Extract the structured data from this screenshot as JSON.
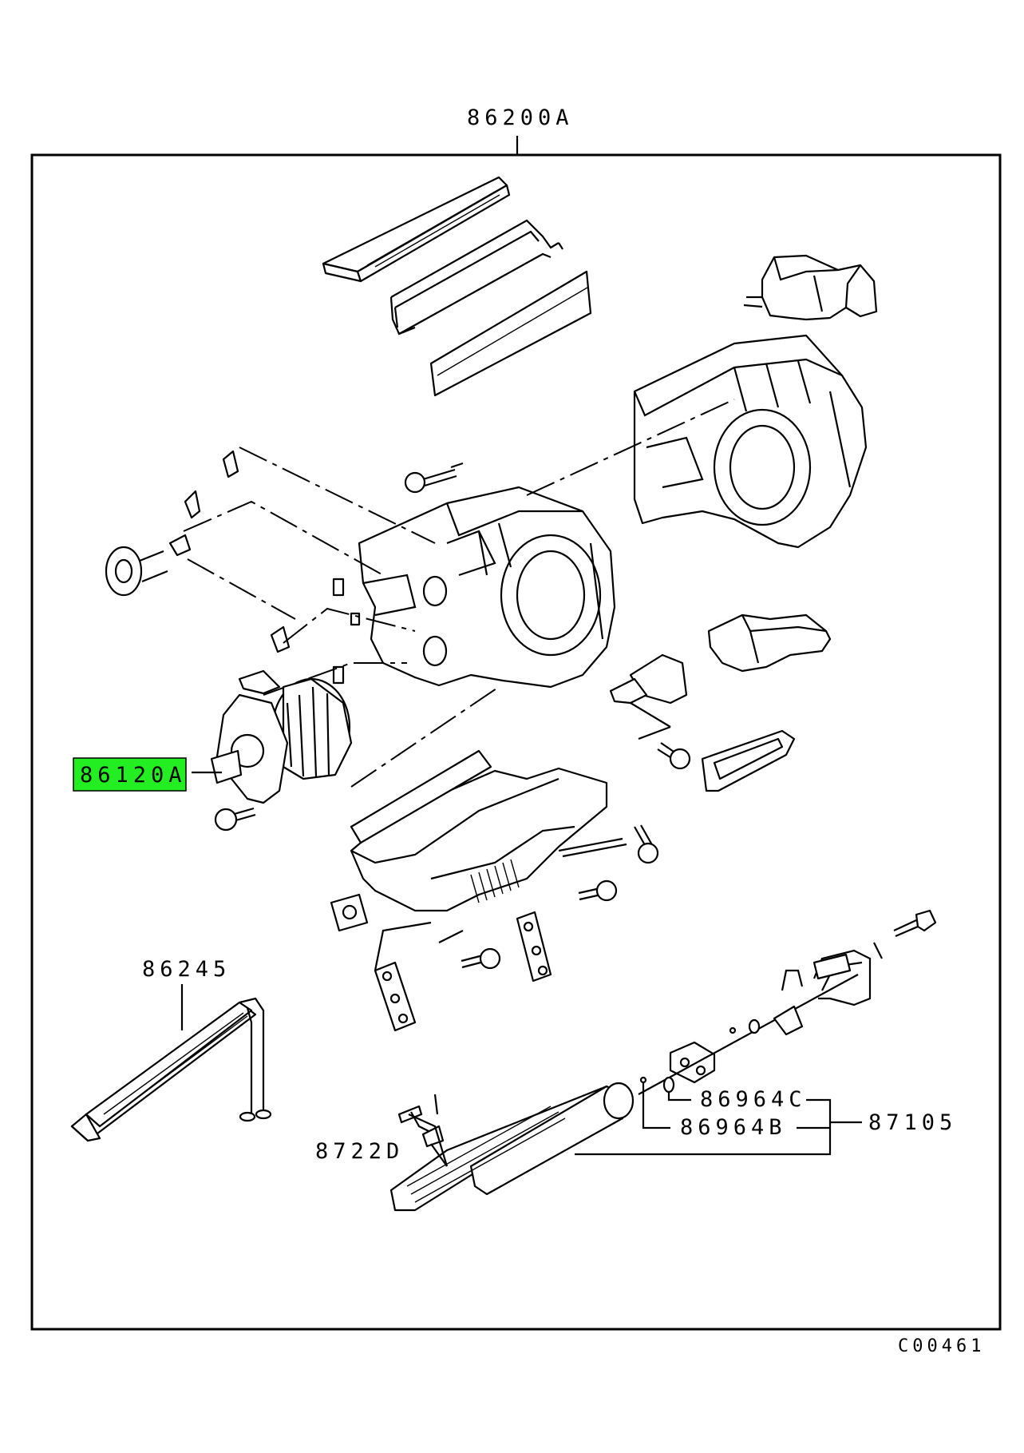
{
  "diagram": {
    "highlight_color": "#22ee22",
    "labels": {
      "assembly": "86200A",
      "blower": "86120A",
      "heater_core": "86245",
      "seal_c": "86964C",
      "seal_b": "86964B",
      "evaporator": "87105",
      "sensor": "8722D",
      "figure_code": "C00461"
    }
  }
}
